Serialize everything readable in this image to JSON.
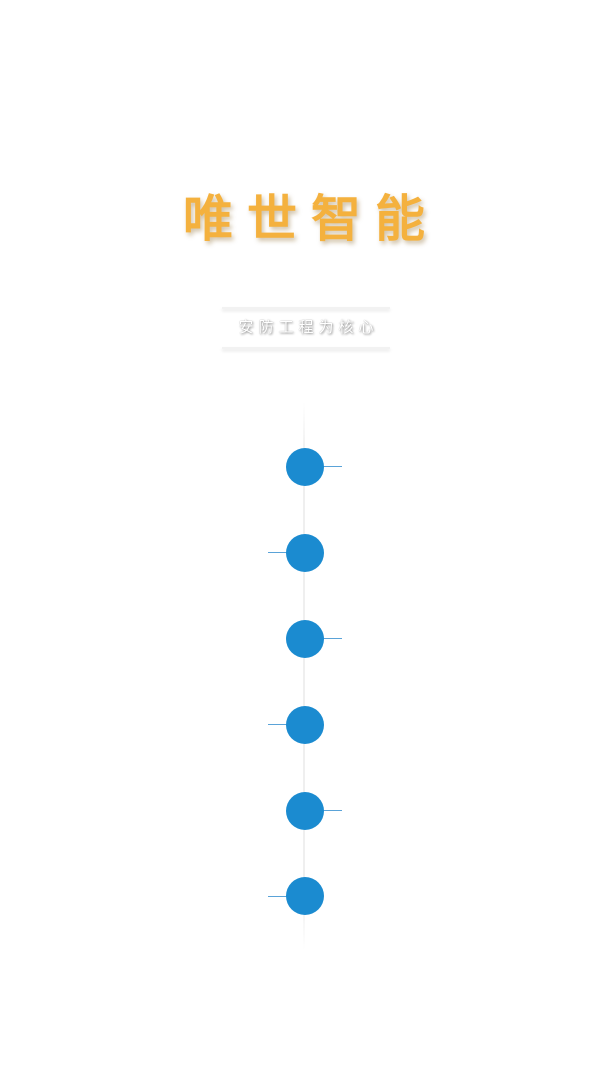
{
  "header": {
    "title": "唯世智能",
    "subtitle": "安防工程为核心"
  },
  "timeline": {
    "node_color": "#1b8bd0",
    "connector_color": "#5aa3d8",
    "nodes": [
      {
        "connector_side": "right"
      },
      {
        "connector_side": "left"
      },
      {
        "connector_side": "right"
      },
      {
        "connector_side": "left"
      },
      {
        "connector_side": "right"
      },
      {
        "connector_side": "left"
      }
    ]
  },
  "colors": {
    "title": "#f4b13e",
    "background": "#ffffff"
  }
}
